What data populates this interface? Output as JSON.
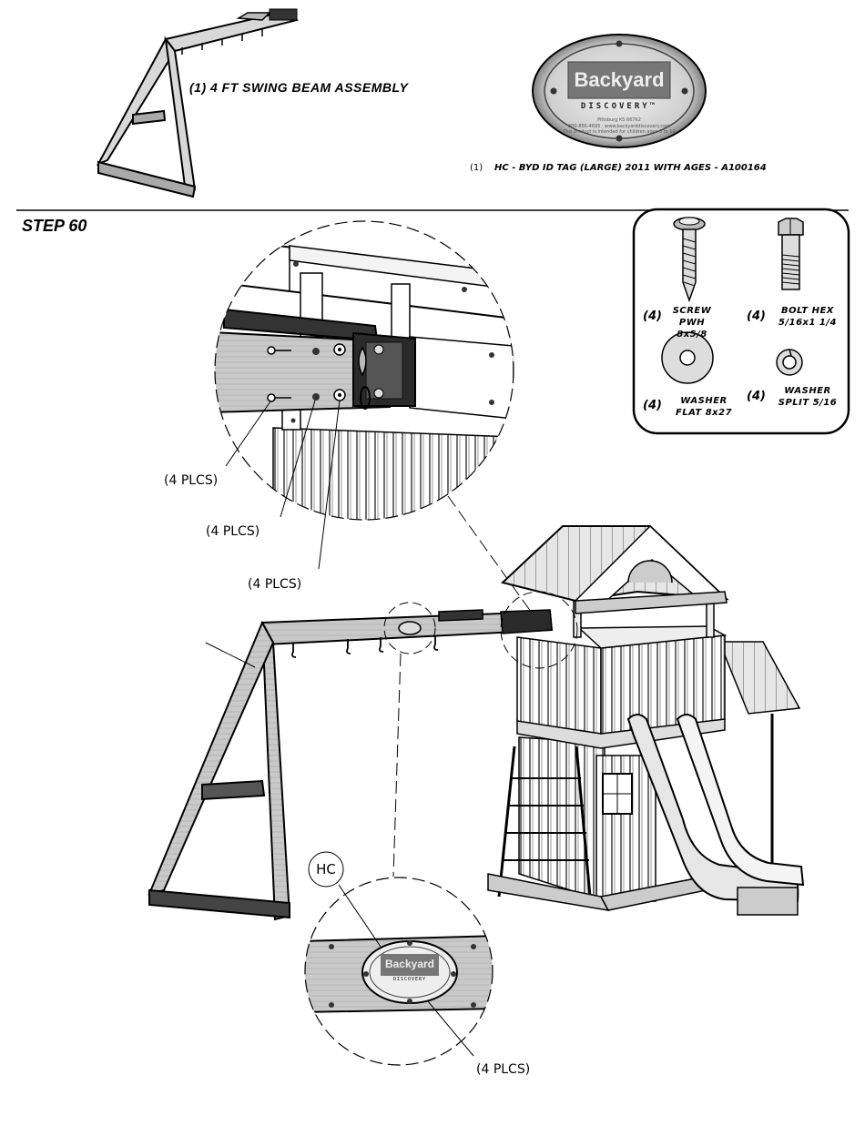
{
  "top": {
    "swing_beam_label": "(1) 4 FT SWING BEAM ASSEMBLY",
    "tag_qty": "(1)",
    "tag_label": "HC - BYD ID TAG (LARGE) 2011 WITH AGES - A100164",
    "tag_logo_main": "Backyard",
    "tag_logo_sub": "DISCOVERY™"
  },
  "step": {
    "title": "STEP 60"
  },
  "hardware": [
    {
      "qty": "(4)",
      "name": "SCREW PWH",
      "size": "8x5/8",
      "icon": "screw-icon"
    },
    {
      "qty": "(4)",
      "name": "BOLT HEX",
      "size": "5/16x1 1/4",
      "icon": "bolt-icon"
    },
    {
      "qty": "(4)",
      "name": "WASHER",
      "size": "FLAT 8x27",
      "icon": "flat-washer-icon"
    },
    {
      "qty": "(4)",
      "name": "WASHER",
      "size": "SPLIT 5/16",
      "icon": "split-washer-icon"
    }
  ],
  "callouts": {
    "plcs_1": "(4 PLCS)",
    "plcs_2": "(4 PLCS)",
    "plcs_3": "(4 PLCS)",
    "plcs_4": "(4 PLCS)",
    "hc": "HC",
    "detail_logo_main": "Backyard",
    "detail_logo_sub": "DISCOVERY"
  }
}
